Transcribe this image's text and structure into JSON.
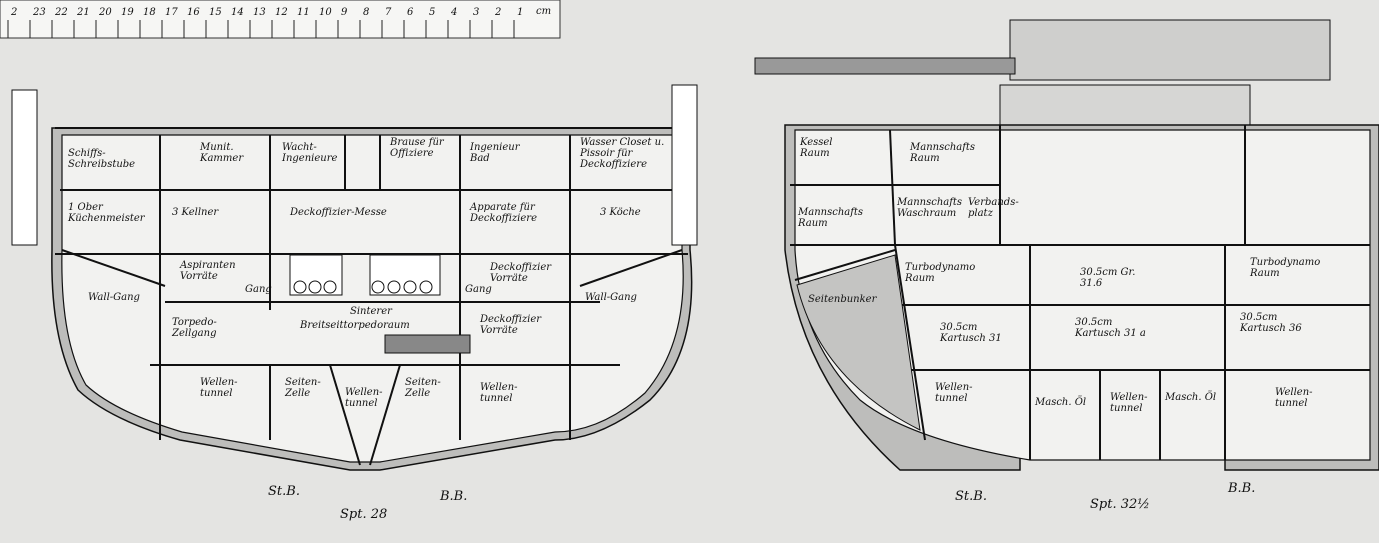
{
  "ruler": {
    "unit": "cm",
    "ticks": [
      "2",
      "23",
      "22",
      "21",
      "20",
      "19",
      "18",
      "17",
      "16",
      "15",
      "14",
      "13",
      "12",
      "11",
      "10",
      "9",
      "8",
      "7",
      "6",
      "5",
      "4",
      "3",
      "2",
      "1"
    ]
  },
  "left_section": {
    "frame_label": "Spt. 28",
    "starboard": "St.B.",
    "port": "B.B.",
    "rooms": [
      "Schiffs-Schreibstube",
      "Munit. Kammer",
      "Wacht-Ingenieure",
      "Brause für Offiziere",
      "Ingenieur Bad",
      "Wasser Closet u. Pissoir für Deckoffiziere",
      "1 Ober Küchenmeister",
      "3 Kellner",
      "Deckoffizier-Messe",
      "Apparate für Deckoffiziere",
      "3 Köche",
      "Aspiranten Vorräte",
      "Gang",
      "Wall-Gang",
      "Deckoffizier Vorräte",
      "Gang",
      "Wall-Gang",
      "Sinterer",
      "Breitseittorpedoraum",
      "Torpedo-Zellgang",
      "Deckoffizier Vorräte",
      "Wellen-tunnel",
      "Seiten-Zelle",
      "Wellen-tunnel",
      "Seiten-Zelle",
      "Wellen-tunnel"
    ]
  },
  "right_section": {
    "frame_label": "Spt. 32½",
    "starboard": "St.B.",
    "port": "B.B.",
    "rooms": [
      "Kessel Raum",
      "Mannschafts Raum",
      "Mannschafts Raum",
      "Mannschafts Waschraum",
      "Verbands-platz",
      "Seitenbunker",
      "Turbodynamo Raum",
      "30.5cm Gr. 31.6",
      "Turbodynamo Raum",
      "30.5cm Kartusch 31",
      "30.5cm Kartusch 31 a",
      "30.5cm Kartusch 36",
      "Wellen-tunnel",
      "Masch. Öl",
      "Wellen-tunnel",
      "Masch. Öl",
      "Wellen-tunnel"
    ]
  }
}
